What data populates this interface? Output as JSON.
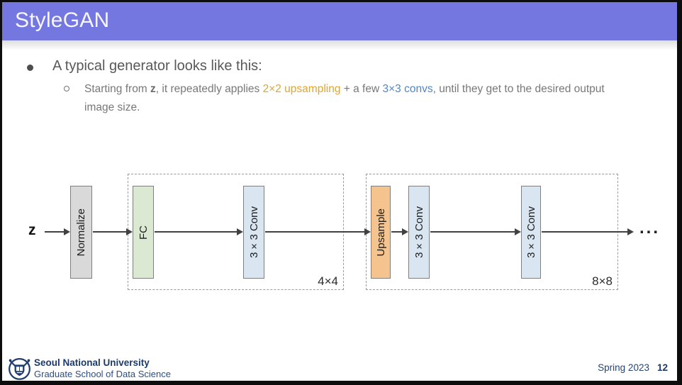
{
  "header": {
    "title": "StyleGAN"
  },
  "content": {
    "bullet": "A typical generator looks like this:",
    "sub_bullet": {
      "seg_0": "Starting from ",
      "seg_z": "z",
      "seg_1": ", it repeatedly applies ",
      "seg_orange": "2×2 upsampling",
      "seg_2": " + a few ",
      "seg_blue": "3×3 convs",
      "seg_3": ", until they get to the desired output image size."
    }
  },
  "diagram": {
    "input_label": "z",
    "boxes": [
      {
        "label": "Normalize",
        "color": "#d9d9d9"
      },
      {
        "label": "FC",
        "color": "#dbe8d2"
      },
      {
        "label": "3×3 Conv",
        "color": "#d9e6f2"
      },
      {
        "label": "Upsample",
        "color": "#f5c48e"
      },
      {
        "label": "3×3 Conv",
        "color": "#d9e6f2"
      },
      {
        "label": "3×3 Conv",
        "color": "#d9e6f2"
      }
    ],
    "groups": [
      {
        "label": "4×4"
      },
      {
        "label": "8×8"
      }
    ],
    "ellipsis": "..."
  },
  "footer": {
    "university": "Seoul National University",
    "school": "Graduate School of Data Science",
    "term": "Spring 2023",
    "page_number": "12",
    "logo": "snu-seal"
  },
  "colors": {
    "header_bg": "#7477e0",
    "accent_orange": "#e1a52f",
    "accent_blue": "#5186c5",
    "footer_navy": "#1c3a6b",
    "arrow": "#414141"
  }
}
